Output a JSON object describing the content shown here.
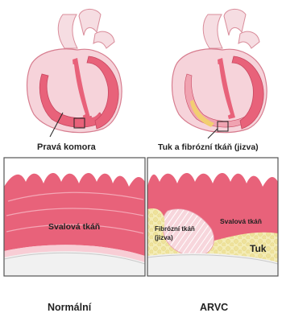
{
  "labels": {
    "right_ventricle": "Pravá komora",
    "fat_fibrous": "Tuk a fibrózní tkáň (jizva)",
    "muscle_normal": "Svalová tkáň",
    "muscle_arvc": "Svalová tkáň",
    "fibrous_line1": "Fibrózní tkáň",
    "fibrous_line2": "(jizva)",
    "fat": "Tuk"
  },
  "captions": {
    "left": "Normální",
    "right": "ARVC"
  },
  "colors": {
    "muscle": "#e8627a",
    "muscle_light": "#f3a7b5",
    "heart_pale": "#f4d0d6",
    "fat": "#f3ebb4",
    "frame": "#555555"
  }
}
